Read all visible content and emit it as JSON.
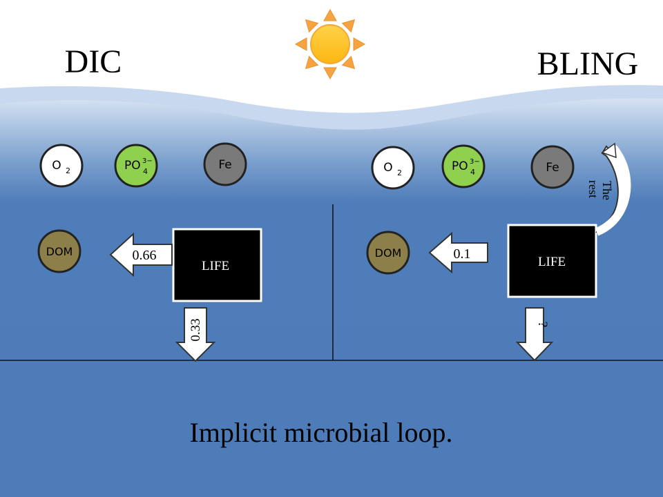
{
  "left_panel": {
    "title": "DIC",
    "nutrients": {
      "o2": "O",
      "o2_sub": "2",
      "po4": "PO",
      "po4_sup": "3−",
      "po4_sub": "4",
      "fe": "Fe"
    },
    "dom": "DOM",
    "life": "LIFE",
    "dom_flux": "0.66",
    "export_flux": "0.33"
  },
  "right_panel": {
    "title": "BLING",
    "nutrients": {
      "o2": "O",
      "o2_sub": "2",
      "po4": "PO",
      "po4_sup": "3−",
      "po4_sub": "4",
      "fe": "Fe"
    },
    "dom": "DOM",
    "life": "LIFE",
    "dom_flux": "0.1",
    "export_flux": "?",
    "recycle_label_line1": "The",
    "recycle_label_line2": "rest"
  },
  "caption": "Implicit microbial loop.",
  "colors": {
    "sky": "#ffffff",
    "wave_light": "#c9d9ee",
    "ocean_top": "#b8cde7",
    "ocean_deep": "#4e7cb8",
    "o2_fill": "#ffffff",
    "po4_fill": "#8fd14f",
    "fe_fill": "#7a7a7a",
    "dom_fill": "#8c7f4a",
    "life_fill": "#000000",
    "sun_core": "#fdc01c",
    "sun_ray": "#f5a340"
  }
}
